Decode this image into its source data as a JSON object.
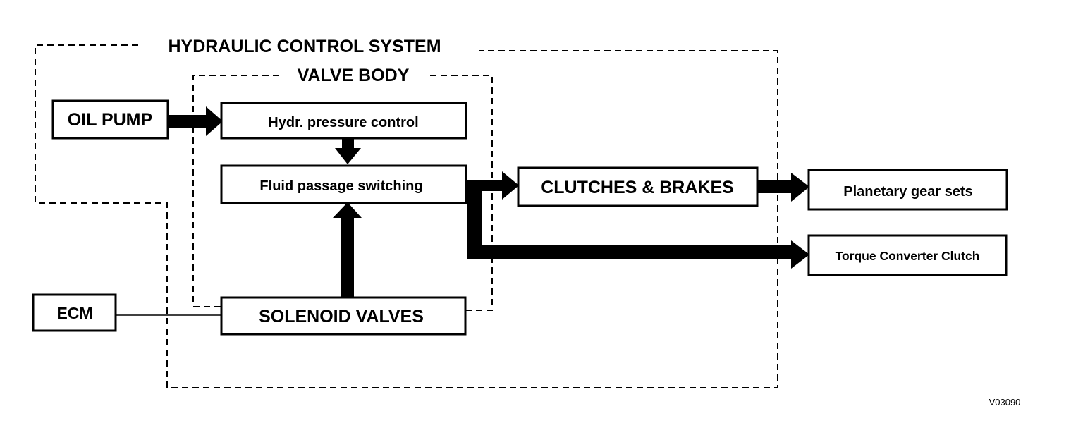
{
  "diagram": {
    "regions": {
      "hydraulic_control_system": "HYDRAULIC CONTROL SYSTEM",
      "valve_body": "VALVE BODY"
    },
    "nodes": {
      "oil_pump": "OIL PUMP",
      "hydr_pressure_control": "Hydr. pressure control",
      "fluid_passage_switching": "Fluid passage switching",
      "solenoid_valves": "SOLENOID VALVES",
      "ecm": "ECM",
      "clutches_brakes": "CLUTCHES & BRAKES",
      "planetary_gear_sets": "Planetary gear sets",
      "torque_converter_clutch": "Torque Converter Clutch"
    },
    "figure_code": "V03090"
  }
}
